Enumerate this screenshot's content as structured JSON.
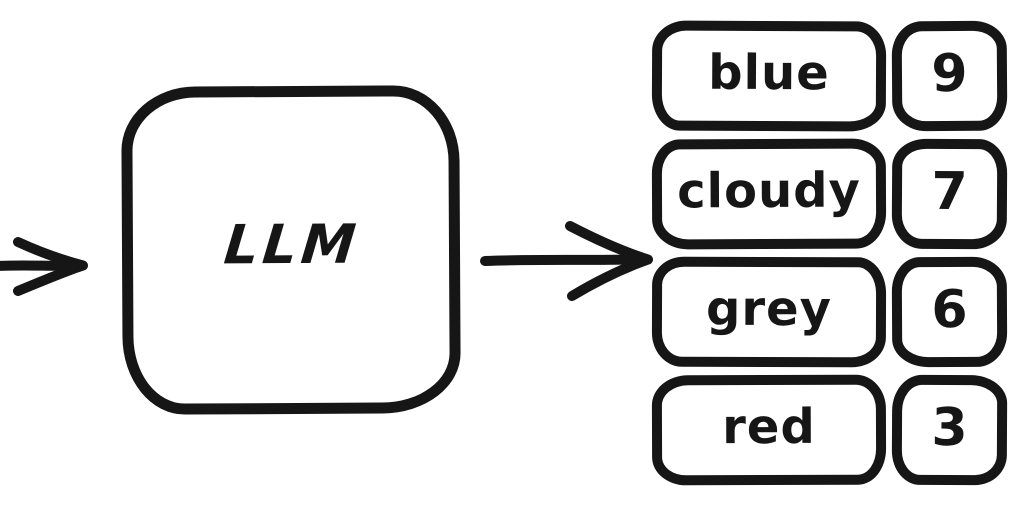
{
  "llm": {
    "label": "LLM"
  },
  "tokens": [
    {
      "word": "blue",
      "score": "9"
    },
    {
      "word": "cloudy",
      "score": "7"
    },
    {
      "word": "grey",
      "score": "6"
    },
    {
      "word": "red",
      "score": "3"
    }
  ],
  "colors": {
    "stroke": "#161616",
    "background": "#ffffff"
  }
}
